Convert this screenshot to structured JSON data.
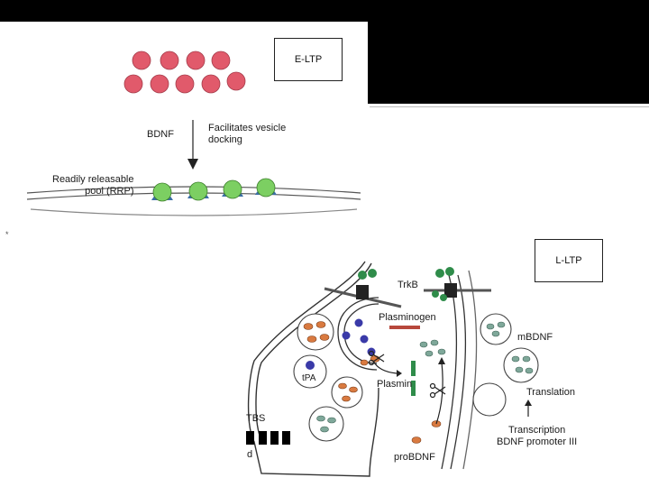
{
  "eltp": {
    "box_label": "E-LTP",
    "bdnf_label": "BDNF",
    "facilitates_label": "Facilitates vesicle\ndocking",
    "rrp_label": "Readily releasable\npool (RRP)",
    "colors": {
      "vesicle": "#e15a6b",
      "docked": "#7ccf62",
      "membrane": "#555555",
      "receptor": "#3b6ea5"
    }
  },
  "ltp": {
    "box_label": "L-LTP",
    "trkb_label": "TrkB",
    "plasminogen_label": "Plasminogen",
    "plasmin_label": "Plasmin",
    "tpa_label": "tPA",
    "mbdnf_label": "mBDNF",
    "translation_label": "Translation",
    "transcription_label": "Transcription\nBDNF promoter III",
    "probdnf_label": "proBDNF",
    "tbs_label": "TBS",
    "d_label": "d",
    "colors": {
      "tpa_dot": "#3a3aa8",
      "probdnf": "#d97a40",
      "mbdnf": "#7fa89a",
      "trkb": "#2f8c4a",
      "plasminogen_bar": "#b7483c",
      "plasmin_bar": "#2f8c4a"
    }
  },
  "stray_mark": "*"
}
